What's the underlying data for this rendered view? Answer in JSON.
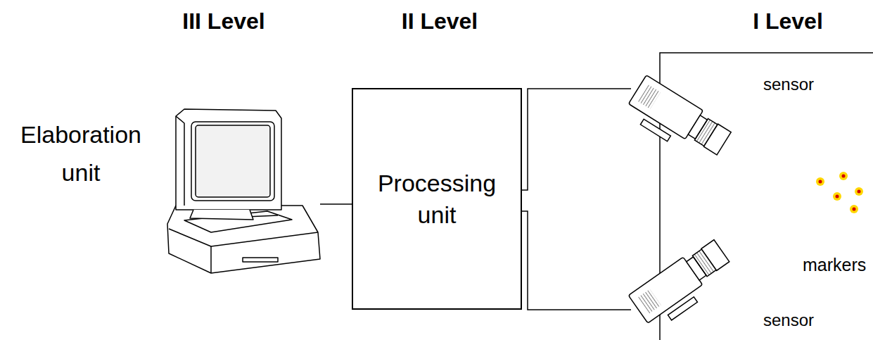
{
  "diagram": {
    "nodes": [
      {
        "text": [
          "Processing unit"
        ]
      }
    ],
    "labels": [
      "III Level",
      "II Level",
      "I Level",
      "Elaboration unit",
      "sensor",
      "markers",
      "sensor"
    ]
  }
}
